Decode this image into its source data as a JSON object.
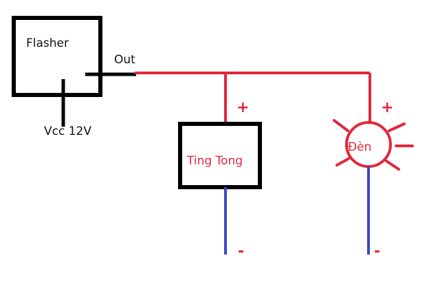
{
  "colors": {
    "wire_positive": "#e0283c",
    "wire_negative": "#3c46c8",
    "wire_black": "#000000",
    "label_red": "#e0283c",
    "label_black": "#111111"
  },
  "flasher": {
    "label": "Flasher",
    "output_label": "Out",
    "supply_label": "Vcc 12V"
  },
  "ting_tong": {
    "label": "Ting Tong",
    "plus": "+",
    "minus": "-"
  },
  "den": {
    "label": "Đèn",
    "plus": "+",
    "minus": "-",
    "icon": "lamp-icon"
  }
}
